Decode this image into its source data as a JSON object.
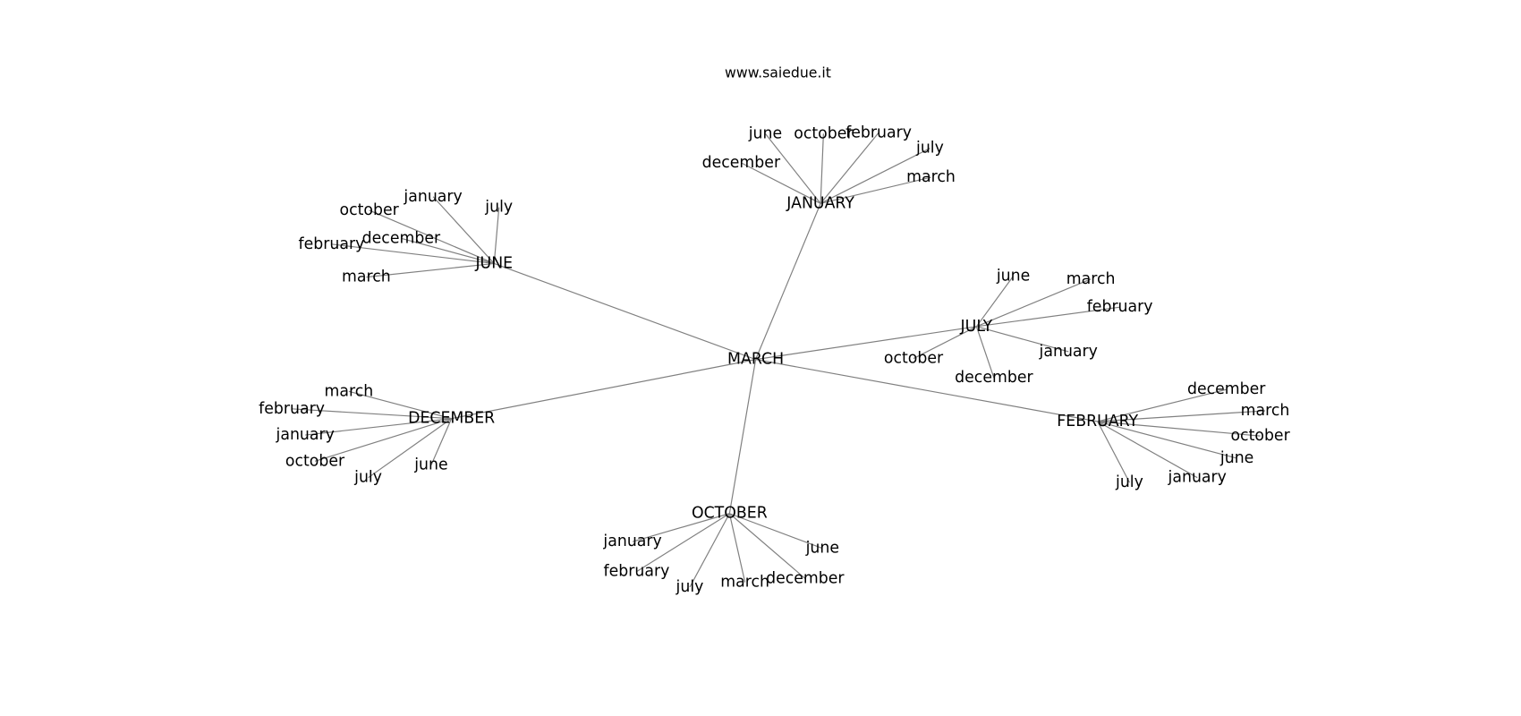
{
  "title": "www.saiedue.it",
  "graph": {
    "root": "MARCH",
    "hubs": [
      {
        "label": "JANUARY",
        "children": [
          "june",
          "october",
          "february",
          "july",
          "december",
          "march"
        ]
      },
      {
        "label": "JUNE",
        "children": [
          "january",
          "july",
          "october",
          "december",
          "february",
          "march"
        ]
      },
      {
        "label": "JULY",
        "children": [
          "june",
          "march",
          "february",
          "january",
          "october",
          "december"
        ]
      },
      {
        "label": "FEBRUARY",
        "children": [
          "december",
          "march",
          "october",
          "june",
          "january",
          "july"
        ]
      },
      {
        "label": "OCTOBER",
        "children": [
          "january",
          "june",
          "february",
          "december",
          "march",
          "july"
        ]
      },
      {
        "label": "DECEMBER",
        "children": [
          "march",
          "february",
          "january",
          "october",
          "july",
          "june"
        ]
      }
    ]
  },
  "colors": {
    "edge": "#808080",
    "text": "#000000"
  }
}
